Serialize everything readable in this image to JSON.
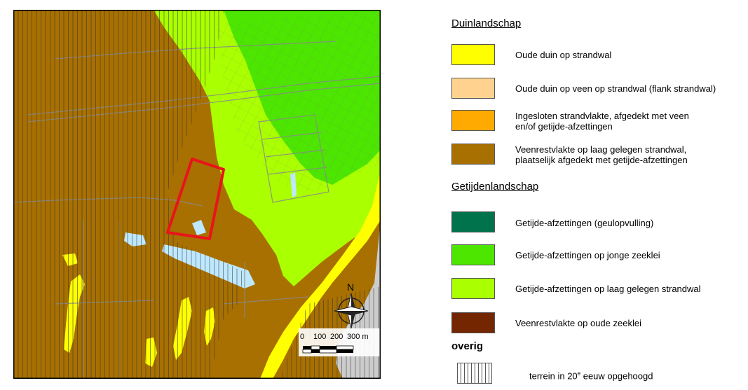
{
  "legend": {
    "duinlandschap": {
      "heading": "Duinlandschap",
      "items": [
        {
          "label": "Oude duin op strandwal",
          "color": "#ffff00"
        },
        {
          "label": "Oude duin op veen op strandwal (flank strandwal)",
          "color": "#ffd38f"
        },
        {
          "label_line1": "Ingesloten strandvlakte, afgedekt met veen",
          "label_line2": "en/of getijde-afzettingen",
          "color": "#ffaa00"
        },
        {
          "label_line1": "Veenrestvlakte op laag gelegen strandwal,",
          "label_line2": "plaatselijk afgedekt met getijde-afzettingen",
          "color": "#a87000"
        }
      ]
    },
    "getijdenlandschap": {
      "heading": "Getijdenlandschap",
      "items": [
        {
          "label": "Getijde-afzettingen (geulopvulling)",
          "color": "#00734c"
        },
        {
          "label": "Getijde-afzettingen op jonge zeeklei",
          "color": "#4ce600"
        },
        {
          "label": "Getijde-afzettingen op laag gelegen strandwal",
          "color": "#aaff00"
        },
        {
          "label": "Veenrestvlakte op oude zeeklei",
          "color": "#732600"
        }
      ]
    },
    "overig": {
      "heading": "overig",
      "item_label_pre": "terrein in 20",
      "item_label_sup": "e",
      "item_label_post": " eeuw opgehoogd"
    }
  },
  "map": {
    "north_label": "N",
    "scale_labels": [
      "0",
      "100",
      "200",
      "300 m"
    ],
    "colors": {
      "veenrest_strandwal": "#a87000",
      "getijde_strandwal": "#aaff00",
      "getijde_jonge_zeeklei": "#4ce600",
      "oude_duin": "#ffff00",
      "water": "#bee8ff",
      "sea": "#cccccc",
      "highlight": "#e8141c"
    }
  }
}
